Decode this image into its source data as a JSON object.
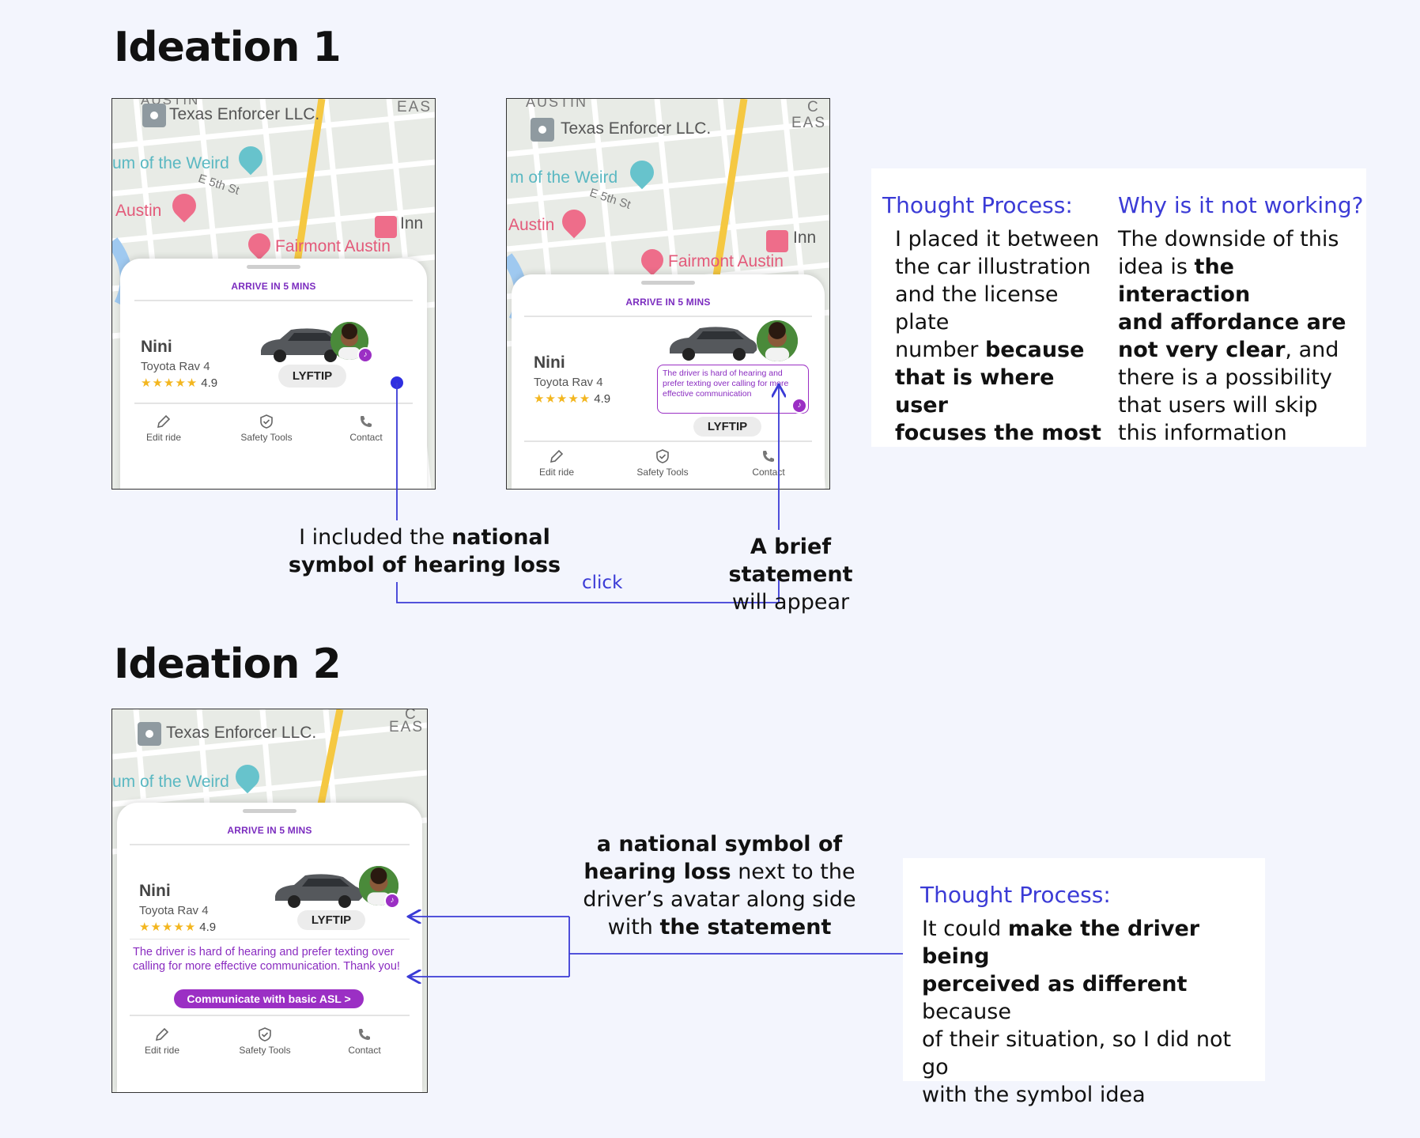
{
  "headings": {
    "ideation1": "Ideation 1",
    "ideation2": "Ideation 2"
  },
  "map_labels": {
    "texas": "Texas Enforcer LLC.",
    "museum_a": "um of the Weird",
    "museum_b": "m of the Weird",
    "austin": "Austin",
    "street": "E 5th St",
    "fairmont": "Fairmont Austin",
    "inn": "Inn",
    "east": "EAS",
    "top": "AUSTIN",
    "ce": "C"
  },
  "ride_card": {
    "arrive": "ARRIVE IN 5 MINS",
    "driver_name": "Nini",
    "car_model": "Toyota Rav 4",
    "stars": "★★★★★",
    "rating": "4.9",
    "plate": "LYFTIP",
    "actions": {
      "edit": "Edit ride",
      "safety": "Safety Tools",
      "contact": "Contact"
    }
  },
  "tooltip_text": "The driver is hard of hearing and prefer texting over calling for more effective communication",
  "statement_text": "The driver is hard of hearing and prefer texting over calling for more effective communication. Thank you!",
  "asl_button": "Communicate with basic ASL >",
  "annotations": {
    "included_1": "I included the ",
    "included_2": "national",
    "included_3": "symbol of hearing loss",
    "click": "click",
    "brief_1": "A brief statement",
    "brief_2": "will appear",
    "symbol_1": "a national symbol of",
    "symbol_2": "hearing loss",
    "symbol_3": " next to the",
    "symbol_4": "driver’s avatar along side",
    "symbol_5": "with ",
    "symbol_6": "the statement"
  },
  "note1": {
    "thought_title": "Thought Process:",
    "thought_l1": "I placed it between",
    "thought_l2": "the car illustration",
    "thought_l3": "and the license plate",
    "thought_l4a": "number ",
    "thought_l4b": "because",
    "thought_l5": "that is where user",
    "thought_l6": "focuses the most",
    "why_title": "Why is it not working?",
    "why_l1": "The downside of this",
    "why_l2a": "idea is ",
    "why_l2b": "the interaction",
    "why_l3": "and affordance are",
    "why_l4a": "not very clear",
    "why_l4b": ", and",
    "why_l5": "there is a possibility",
    "why_l6": "that users will skip",
    "why_l7": "this information"
  },
  "note2": {
    "title": "Thought Process:",
    "l1a": "It could ",
    "l1b": "make the driver being",
    "l2a": "perceived as different",
    "l2b": " because",
    "l3": "of their situation, so I did not go",
    "l4": "with the symbol idea"
  },
  "icons": [
    "pencil-icon",
    "shield-check-icon",
    "phone-icon",
    "hearing-loss-icon",
    "museum-pin-icon",
    "hotel-pin-icon",
    "place-square-icon"
  ],
  "colors": {
    "accent": "#9b2fc4",
    "annotation_blue": "#3b3bd6",
    "star": "#f3b61f",
    "background": "#f3f5fd"
  }
}
